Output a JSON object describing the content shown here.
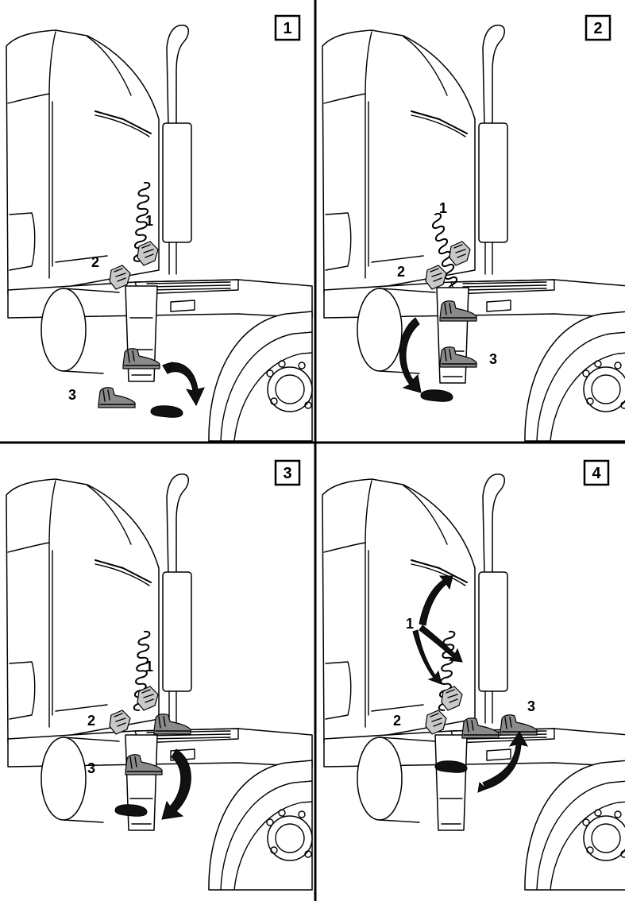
{
  "panels": [
    {
      "number": "1",
      "callouts": [
        "1",
        "2",
        "3"
      ]
    },
    {
      "number": "2",
      "callouts": [
        "1",
        "2",
        "3"
      ]
    },
    {
      "number": "3",
      "callouts": [
        "1",
        "2",
        "3"
      ]
    },
    {
      "number": "4",
      "callouts": [
        "1",
        "2",
        "3"
      ]
    }
  ],
  "icons": {
    "boot": "work-boot-icon",
    "footprint": "footprint-icon",
    "hand": "gloved-hand-icon",
    "arrow": "curved-arrow-icon"
  },
  "colors": {
    "line": "#000000",
    "boot_fill": "#8a8a8a",
    "arrow_fill": "#111111",
    "background": "#ffffff"
  }
}
